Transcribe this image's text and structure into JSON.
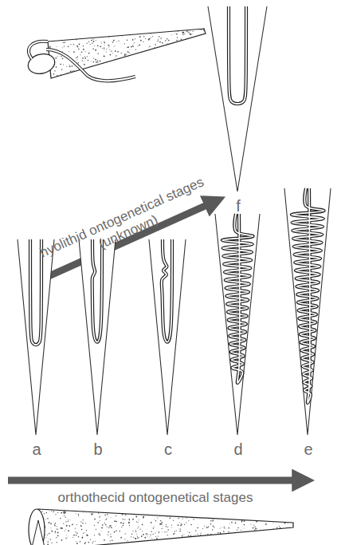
{
  "diagram": {
    "labels": [
      "a",
      "b",
      "c",
      "d",
      "e",
      "f",
      "hyolithid ontogenetical stages (unknown)",
      "orthothecid ontogenetical stages"
    ]
  }
}
